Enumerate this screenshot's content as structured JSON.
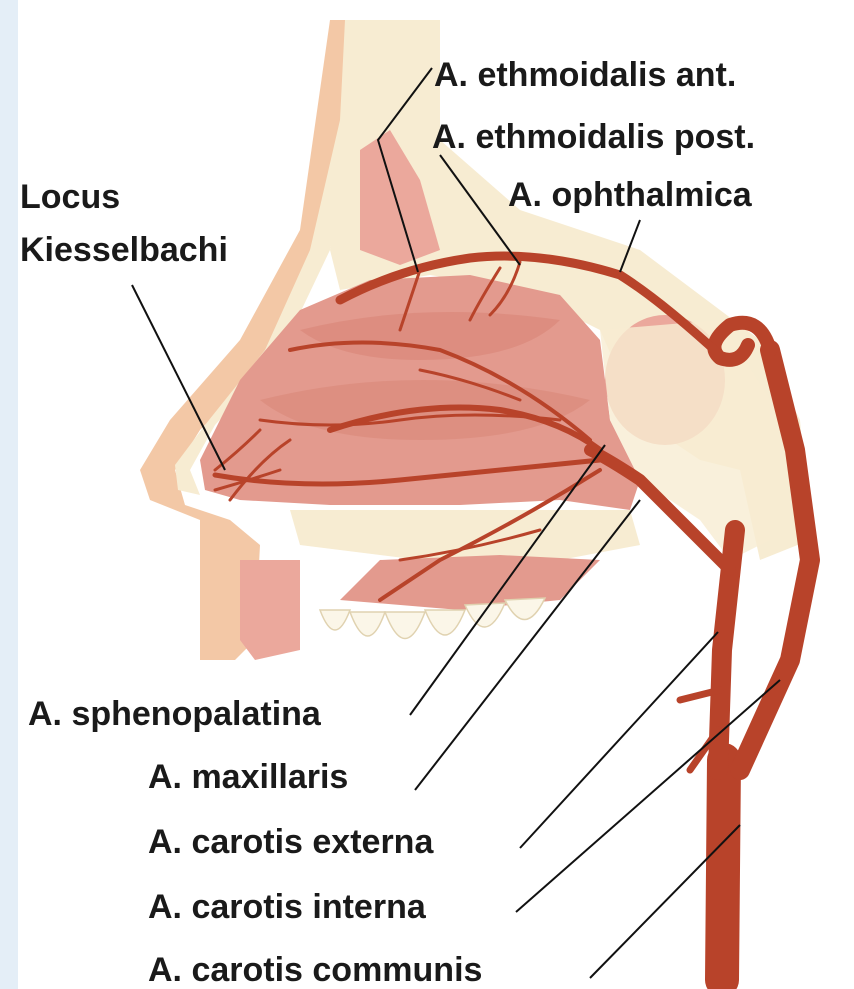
{
  "labels": {
    "ethmoidalis_ant": "A. ethmoidalis ant.",
    "ethmoidalis_post": "A. ethmoidalis post.",
    "ophthalmica": "A. ophthalmica",
    "locus_line1": "Locus",
    "locus_line2": "Kiesselbachi",
    "sphenopalatina": "A. sphenopalatina",
    "maxillaris": "A. maxillaris",
    "carotis_externa": "A. carotis externa",
    "carotis_interna": "A. carotis interna",
    "carotis_communis": "A. carotis communis"
  },
  "colors": {
    "artery": "#b8432a",
    "mucosa": "#e39a8e",
    "bone": "#f7ecd2",
    "skin": "#f3c8a6",
    "sinus": "#eba89c",
    "leader": "#111111",
    "background_strip": "#e4eef7"
  }
}
